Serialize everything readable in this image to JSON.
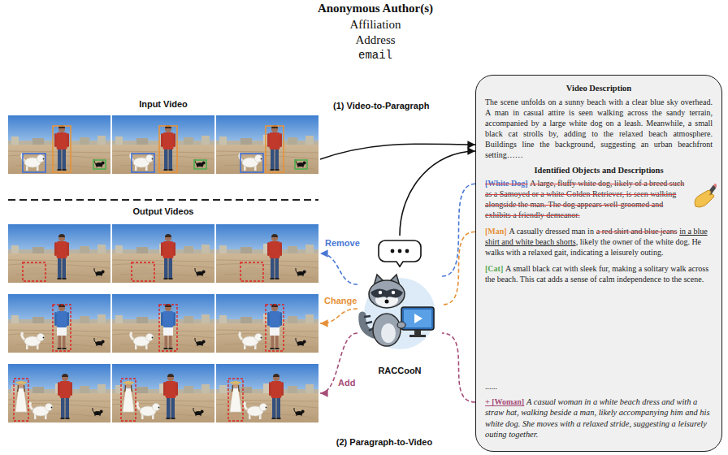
{
  "diagram": {
    "nodes": [
      {
        "text": [
          "Input Video"
        ]
      },
      {
        "text": [
          "Video Description",
          "The scene unfolds on a sunny beach with a clear blue sky overhead. A man in casual attire is seen walking across the sandy terrain, accompanied by a large white dog on a leash. Meanwhile, a small black cat strolls by, adding to the relaxed beach atmosphere. Buildings line the background, suggesting an urban beachfront setting……",
          "Identified Objects and Descriptions",
          "[White Dog]",
          "A large, fluffy white dog, likely of a breed such as a Samoyed or a white Golden Retriever, is seen walking alongside the man. The dog appears well-groomed and exhibits a friendly demeanor.",
          "[Man]",
          "A casually dressed man in",
          "a red shirt and blue jeans",
          "in a blue shirt and white beach shorts",
          ", likely the owner of the white dog. He walks with a relaxed gait, indicating a leisurely outing.",
          "[Cat]",
          "A small black cat with sleek fur, making a solitary walk across the beach. This cat adds a sense of calm independence to the scene.",
          "......",
          "+ [Woman]",
          "A casual woman in a white beach dress and with a straw hat, walking beside a man, likely accompanying him and his white dog. She moves with a relaxed stride, suggesting a leisurely outing together."
        ]
      },
      {
        "text": [
          "Output Videos"
        ]
      },
      {
        "text": [
          "RACCooN"
        ]
      }
    ],
    "edges": [
      {
        "from": 0,
        "to": 1,
        "label": "(1) Video-to-Paragraph",
        "arrow": "to"
      },
      {
        "from": 3,
        "to": 1,
        "arrow": "to"
      },
      {
        "from": 1,
        "to": 3,
        "arrow": "none"
      },
      {
        "from": 1,
        "to": 3,
        "arrow": "none"
      },
      {
        "from": 1,
        "to": 3,
        "arrow": "none"
      },
      {
        "from": 3,
        "to": 2,
        "label": "Remove",
        "arrow": "to"
      },
      {
        "from": 3,
        "to": 2,
        "label": "Change",
        "arrow": "to"
      },
      {
        "from": 3,
        "to": 2,
        "label": "Add",
        "arrow": "to"
      }
    ],
    "labels": [
      "Anonymous Author(s)",
      "Affiliation",
      "Address",
      "email",
      "(2) Paragraph-to-Video"
    ]
  }
}
